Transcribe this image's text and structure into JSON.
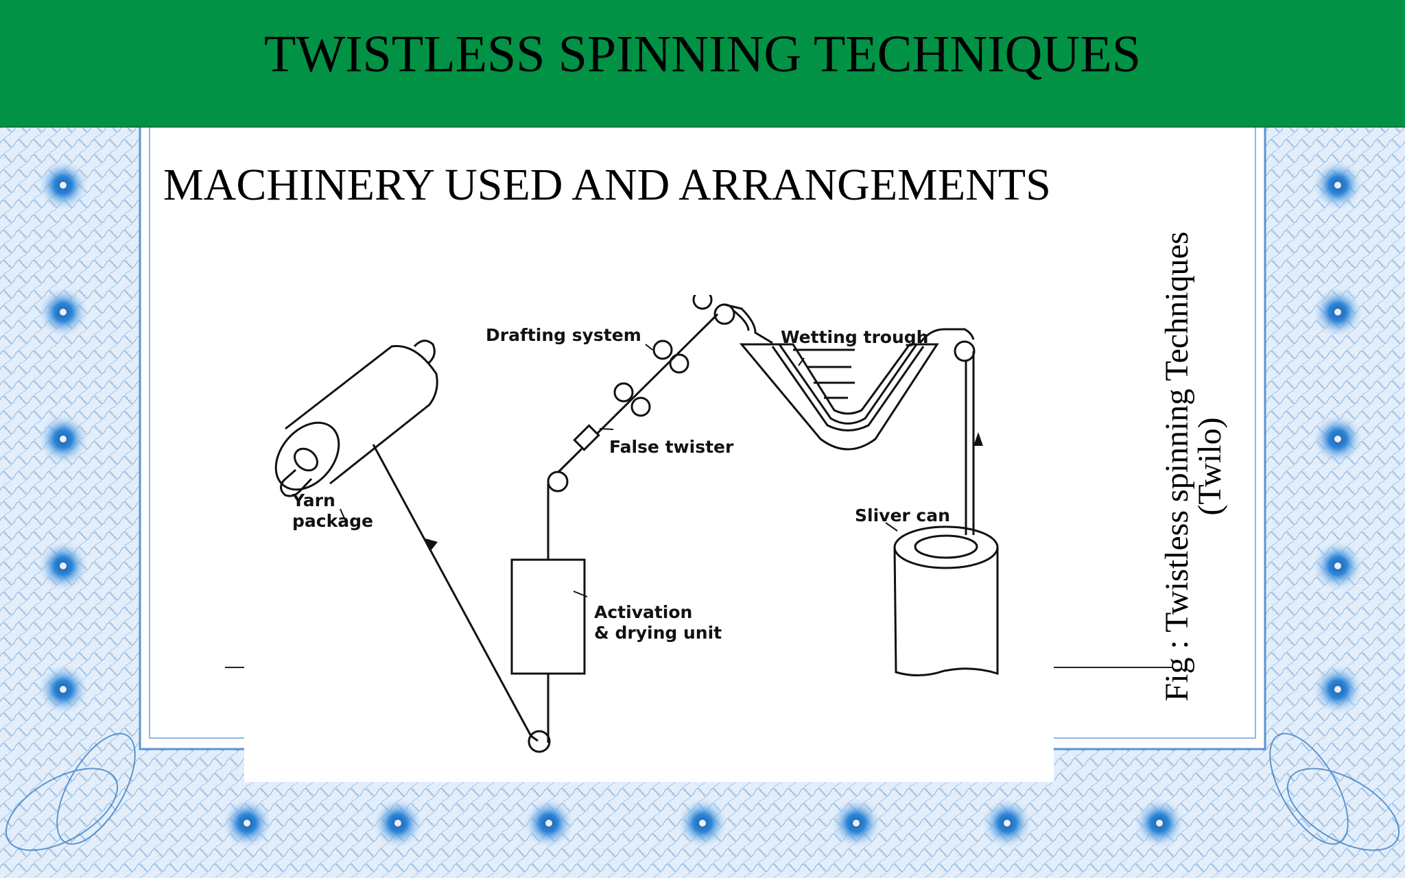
{
  "slide": {
    "title": "TWISTLESS SPINNING TECHNIQUES",
    "subtitle": "MACHINERY USED AND ARRANGEMENTS",
    "caption_line1": "Fig : Twistless spinning Techniques",
    "caption_line2": "(Twilo)"
  },
  "diagram": {
    "labels": {
      "drafting_system": "Drafting system",
      "wetting_trough": "Wetting trough",
      "false_twister": "False twister",
      "yarn_package_1": "Yarn",
      "yarn_package_2": "package",
      "sliver_can": "Sliver can",
      "activation_1": "Activation",
      "activation_2": "& drying unit"
    }
  },
  "colors": {
    "title_bar": "#029245",
    "border_pattern": "#3a7fc4",
    "border_background": "#dbe9f8"
  }
}
